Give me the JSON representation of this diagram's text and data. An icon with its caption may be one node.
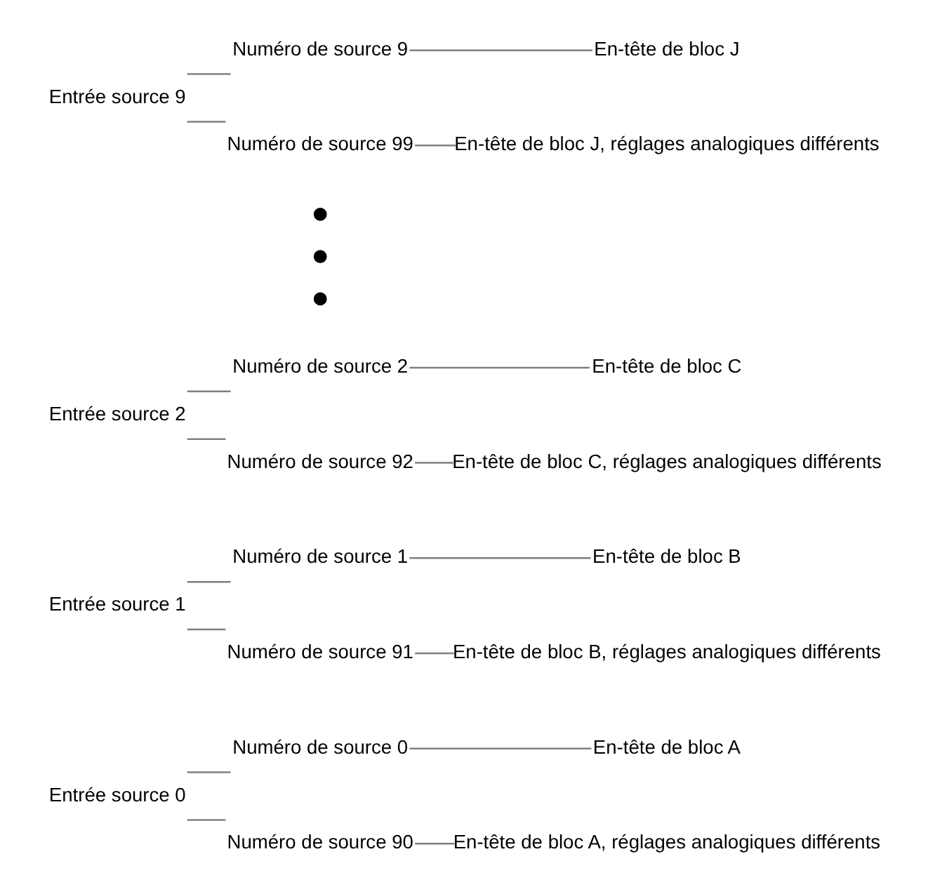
{
  "diagram": {
    "nodes": [
      {
        "text": [
          "Entrée source 0"
        ]
      },
      {
        "text": [
          "Numéro de source 0"
        ]
      },
      {
        "text": [
          "En-tête de bloc A"
        ]
      },
      {
        "text": [
          "Numéro de source 90"
        ]
      },
      {
        "text": [
          "En-tête de bloc A, réglages analogiques différents"
        ]
      },
      {
        "text": [
          "Entrée source 1"
        ]
      },
      {
        "text": [
          "Numéro de source 1"
        ]
      },
      {
        "text": [
          "En-tête de bloc B"
        ]
      },
      {
        "text": [
          "Numéro de source 91"
        ]
      },
      {
        "text": [
          "En-tête de bloc B, réglages analogiques différents"
        ]
      },
      {
        "text": [
          "Entrée source 2"
        ]
      },
      {
        "text": [
          "Numéro de source 2"
        ]
      },
      {
        "text": [
          "En-tête de bloc C"
        ]
      },
      {
        "text": [
          "Numéro de source 92"
        ]
      },
      {
        "text": [
          "En-tête de bloc C, réglages analogiques différents"
        ]
      },
      {
        "text": [],
        "shape": "circle"
      },
      {
        "text": [],
        "shape": "circle"
      },
      {
        "text": [],
        "shape": "circle"
      },
      {
        "text": [
          "Entrée source 9"
        ]
      },
      {
        "text": [
          "Numéro de source 9"
        ]
      },
      {
        "text": [
          "En-tête de bloc J"
        ]
      },
      {
        "text": [
          "Numéro de source 99"
        ]
      },
      {
        "text": [
          "En-tête de bloc J, réglages analogiques différents"
        ]
      }
    ],
    "edges": [
      {
        "from": 0,
        "to": 1,
        "arrow": "none"
      },
      {
        "from": 1,
        "to": 2,
        "arrow": "none"
      },
      {
        "from": 0,
        "to": 3,
        "arrow": "none"
      },
      {
        "from": 3,
        "to": 4,
        "arrow": "none"
      },
      {
        "from": 5,
        "to": 6,
        "arrow": "none"
      },
      {
        "from": 6,
        "to": 7,
        "arrow": "none"
      },
      {
        "from": 5,
        "to": 8,
        "arrow": "none"
      },
      {
        "from": 8,
        "to": 9,
        "arrow": "none"
      },
      {
        "from": 10,
        "to": 11,
        "arrow": "none"
      },
      {
        "from": 11,
        "to": 12,
        "arrow": "none"
      },
      {
        "from": 10,
        "to": 13,
        "arrow": "none"
      },
      {
        "from": 13,
        "to": 14,
        "arrow": "none"
      },
      {
        "from": 18,
        "to": 19,
        "arrow": "none"
      },
      {
        "from": 19,
        "to": 20,
        "arrow": "none"
      },
      {
        "from": 18,
        "to": 21,
        "arrow": "none"
      },
      {
        "from": 21,
        "to": 22,
        "arrow": "none"
      }
    ]
  }
}
